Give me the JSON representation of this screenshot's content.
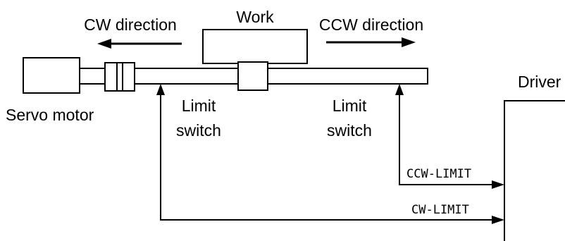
{
  "labels": {
    "work": "Work",
    "cw_direction": "CW direction",
    "ccw_direction": "CCW direction",
    "servo_motor": "Servo motor",
    "limit_switch_left": [
      "Limit",
      "switch"
    ],
    "limit_switch_right": [
      "Limit",
      "switch"
    ],
    "driver": "Driver"
  },
  "signals": {
    "ccw_limit": "CCW-LIMIT",
    "cw_limit": "CW-LIMIT"
  },
  "colors": {
    "line": "#000000",
    "background": "#ffffff"
  }
}
